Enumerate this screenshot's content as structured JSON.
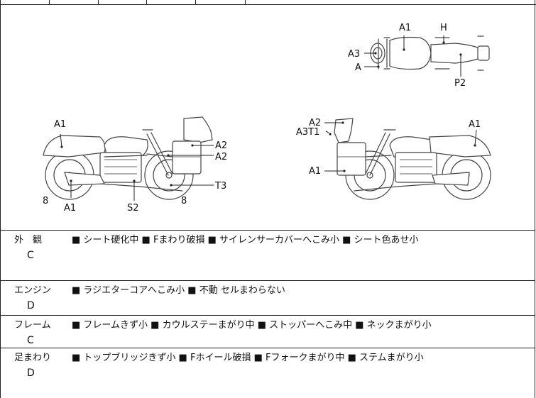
{
  "diagram_labels": {
    "top_A1": "A1",
    "top_H": "H",
    "top_A3": "A3",
    "top_A": "A",
    "top_P2": "P2",
    "left_A1_top": "A1",
    "left_A2_a": "A2",
    "left_A2_b": "A2",
    "left_T3": "T3",
    "left_8_a": "8",
    "left_8_b": "8",
    "left_A1_bottom": "A1",
    "left_S2": "S2",
    "right_A2": "A2",
    "right_A3T1": "A3T1",
    "right_A1_left": "A1",
    "right_A1": "A1"
  },
  "rows": [
    {
      "category": "外　観",
      "grade": "C",
      "notes": "■ シート硬化中 ■ Fまわり破損 ■ サイレンサーカバーへこみ小 ■ シート色あせ小"
    },
    {
      "category": "エンジン",
      "grade": "D",
      "notes": "■ ラジエターコアへこみ小 ■ 不動 セルまわらない"
    },
    {
      "category": "フレーム",
      "grade": "C",
      "notes": "■ フレームきず小 ■ カウルステーまがり中 ■ ストッパーへこみ中 ■ ネックまがり小"
    },
    {
      "category": "足まわり",
      "grade": "D",
      "notes": "■ トップブリッジきず小 ■ Fホイール破損 ■ Fフォークまがり中 ■ ステムまがり小"
    }
  ]
}
